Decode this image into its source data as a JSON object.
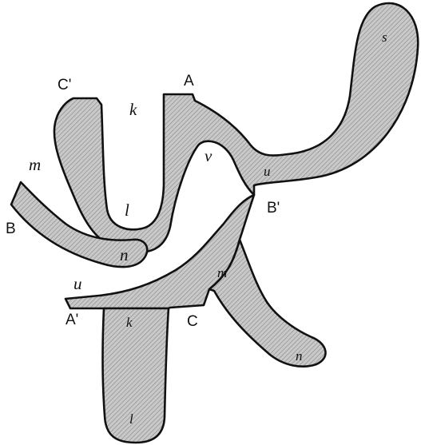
{
  "colors": {
    "fill": "#c9c9c9",
    "hatch": "#8e8e8e",
    "outline": "#111111",
    "background": "#ffffff"
  },
  "labels": {
    "point_A": "A",
    "point_A_prime": "A'",
    "point_B": "B",
    "point_B_prime": "B'",
    "point_C": "C",
    "point_C_prime": "C'",
    "k_top": "k",
    "k_bottom": "k",
    "l_top": "l",
    "l_bottom": "l",
    "m_left": "m",
    "m_center": "m",
    "n_left": "n",
    "n_right": "n",
    "u_left": "u",
    "u_right": "u",
    "v_center": "v",
    "s_top": "s"
  }
}
